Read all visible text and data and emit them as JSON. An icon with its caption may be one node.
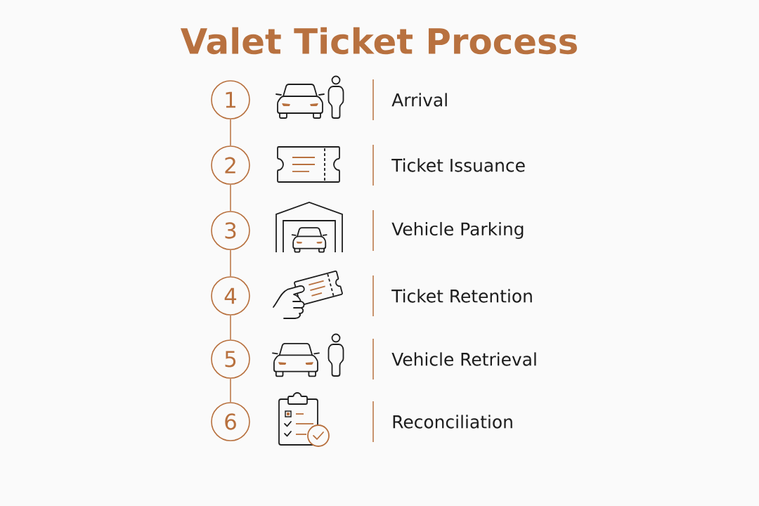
{
  "diagram": {
    "title": "Valet Ticket Process",
    "nodes": [
      {
        "text": [
          "1"
        ]
      },
      {
        "text": [
          "2"
        ]
      },
      {
        "text": [
          "3"
        ]
      },
      {
        "text": [
          "4"
        ]
      },
      {
        "text": [
          "5"
        ]
      },
      {
        "text": [
          "6"
        ]
      }
    ],
    "edges": [
      {
        "from": 0,
        "to": 1,
        "arrow": "none"
      },
      {
        "from": 1,
        "to": 2,
        "arrow": "none"
      },
      {
        "from": 2,
        "to": 3,
        "arrow": "none"
      },
      {
        "from": 3,
        "to": 4,
        "arrow": "none"
      },
      {
        "from": 4,
        "to": 5,
        "arrow": "none"
      }
    ],
    "labels": [
      "Arrival",
      "Ticket Issuance",
      "Vehicle Parking",
      "Ticket Retention",
      "Vehicle Retrieval",
      "Reconciliation"
    ]
  }
}
